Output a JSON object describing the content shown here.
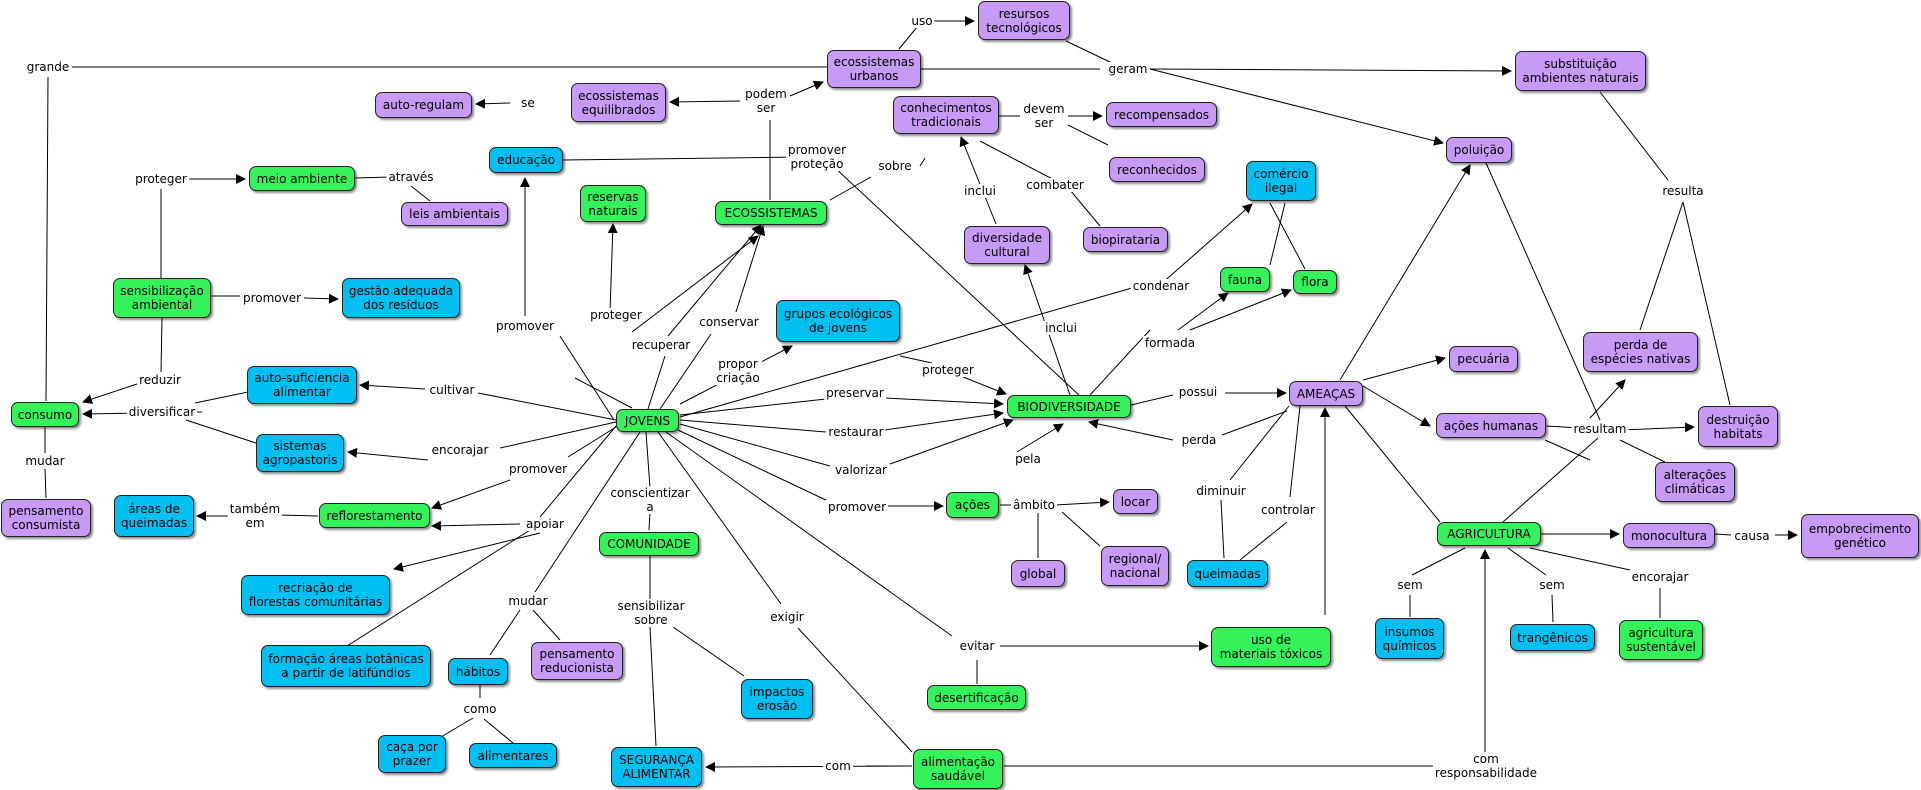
{
  "colors": {
    "green": "#33f25a",
    "blue": "#00c0f2",
    "purple": "#c69af5",
    "line": "#000000"
  },
  "concepts": {
    "jovens": "JOVENS",
    "biodiversidade": "BIODIVERSIDADE",
    "ecossistemas": "ECOSSISTEMAS",
    "comunidade": "COMUNIDADE",
    "seguranca": "SEGURANÇA\nALIMENTAR",
    "agricultura": "AGRICULTURA",
    "ameacas": "AMEAÇAS",
    "recursos": "resursos\ntecnológicos",
    "eco_urbanos": "ecossistemas\nurbanos",
    "eco_equilibrados": "ecossistemas\nequilibrados",
    "auto_regulam": "auto-regulam",
    "conhecimentos": "conhecimentos\ntradicionais",
    "recompensados": "recompensados",
    "reconhecidos": "reconhecidos",
    "educacao": "educação",
    "meio_ambiente": "meio ambiente",
    "leis": "leis ambientais",
    "reservas": "reservas\nnaturais",
    "sensibilizacao": "sensibilização\nambiental",
    "gestao": "gestão adequada\ndos resíduos",
    "consumo": "consumo",
    "autosuf": "auto-suficiencia\nalimentar",
    "agropastoris": "sistemas\nagropastoris",
    "pensamento_consumista": "pensamento\nconsumista",
    "areas_queimadas": "áreas de\nqueimadas",
    "reflorestamento": "reflorestamento",
    "recriacao": "recriação de\nflorestas comunitárias",
    "formacao": "formação áreas botânicas\na partir de latifúndios",
    "habitos": "hábitos",
    "pensamento_reducionista": "pensamento\nreducionista",
    "caca": "caça por\nprazer",
    "alimentares": "alimentares",
    "impactos": "impactos\nerosão",
    "alimentacao": "alimentação\nsaudável",
    "desertificacao": "desertificação",
    "grupos": "grupos ecológicos\nde jovens",
    "diversidade": "diversidade\ncultural",
    "biopirataria": "biopirataria",
    "comercio": "comércio\nilegal",
    "fauna": "fauna",
    "flora": "flora",
    "acoes": "ações",
    "locar": "locar",
    "global": "global",
    "regional": "regional/\nnacional",
    "queimadas": "queimadas",
    "materiais": "uso de\nmateriais tóxicos",
    "poluicao": "poluição",
    "substituicao": "substituição\nambientes naturais",
    "pecuaria": "pecuária",
    "acoes_humanas": "ações humanas",
    "perda_especies": "perda de\nespécies nativas",
    "destruicao": "destruição\nhabitats",
    "alteracoes": "alterações\nclimáticas",
    "monocultura": "monocultura",
    "empobrecimento": "empobrecimento\ngenético",
    "insumos": "insumos\nquímicos",
    "transgenicos": "trangênicos",
    "agri_sustentavel": "agricultura\nsustentável"
  },
  "links": {
    "uso": "uso",
    "geram": "geram",
    "grande": "grande",
    "podem_ser": "podem\nser",
    "se": "se",
    "devem_ser": "devem\nser",
    "promover_protecao": "promover\nproteção",
    "sobre": "sobre",
    "proteger_meio": "proteger",
    "atraves": "através",
    "inclui_cultural": "inclui",
    "combater": "combater",
    "promover_sens": "promover",
    "reduzir": "reduzir",
    "diversificar": "diversificar",
    "mudar_consumo": "mudar",
    "promover_educ": "promover",
    "proteger_reservas": "proteger",
    "recuperar": "recuperar",
    "conservar": "conservar",
    "propor_criacao": "propor\ncriação",
    "proteger_grupos": "proteger",
    "cultivar": "cultivar",
    "encorajar_reflor": "encorajar",
    "promover_reflor": "promover",
    "tambem_em": "também\nem",
    "apoiar": "apoiar",
    "mudar_jovens": "mudar",
    "como": "como",
    "conscientizar": "conscientizar\na",
    "sensibilizar": "sensibilizar\nsobre",
    "exigir": "exigir",
    "com_seg": "com",
    "com_resp": "com\nresponsabilidade",
    "evitar": "evitar",
    "preservar": "preservar",
    "restaurar": "restaurar",
    "valorizar": "valorizar",
    "promover_acoes": "promover",
    "pela": "pela",
    "ambito": "âmbito",
    "inclui_bio": "inclui",
    "condenar": "condenar",
    "formada": "formada",
    "possui": "possui",
    "perda": "perda",
    "diminuir": "diminuir",
    "controlar": "controlar",
    "resulta": "resulta",
    "resultam": "resultam",
    "causa": "causa",
    "sem_insumos": "sem",
    "sem_trans": "sem",
    "encorajar_agri": "encorajar"
  }
}
